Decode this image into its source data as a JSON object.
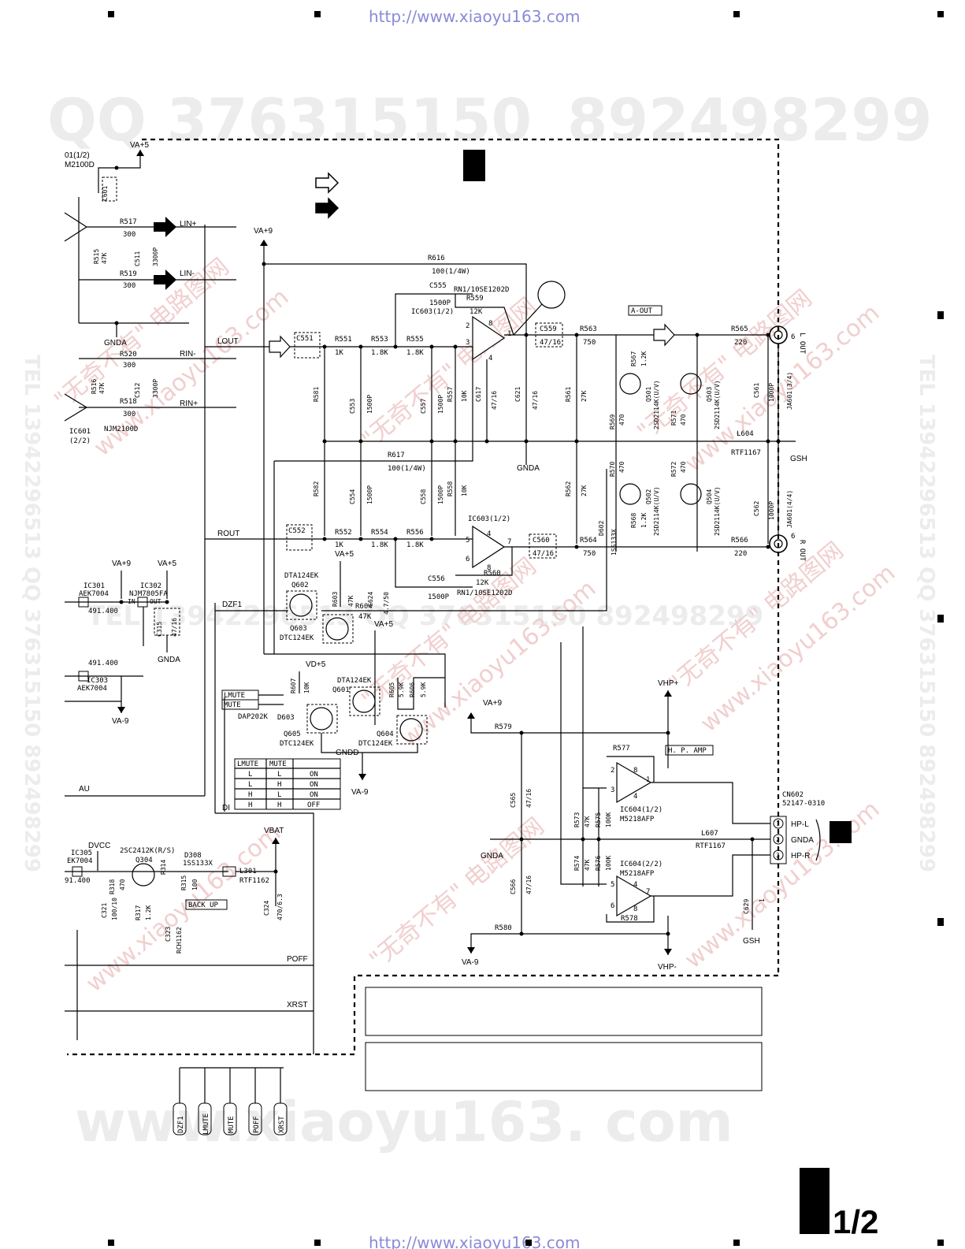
{
  "header": {
    "url_top": "http://www.xiaoyu163.com",
    "url_bottom": "http://www.xiaoyu163.com"
  },
  "watermarks": {
    "qq_line": "QQ 376315150",
    "qq_number2": "892498299",
    "domain_big": "www.xiaoyu163. com",
    "mid_line": "TEL 13942296513  QQ 376315150  892498299",
    "side_left": "TEL 13942296513  QQ 376315150  892498299",
    "side_right": "TEL 13942296513  QQ 376315150  892498299",
    "red_cn": "\"无奇不有\" 电路图网",
    "red_url": "www.xiaoyu163.com"
  },
  "page_marker": "1/2",
  "signals": {
    "lin_plus": "LIN+",
    "lin_minus": "LIN-",
    "rin_minus": "RIN-",
    "rin_plus": "RIN+",
    "lout": "LOUT",
    "rout": "ROUT",
    "a_out": "A-OUT",
    "hp_amp": "H. P.  AMP",
    "dzf1": "DZF1",
    "lmute": "LMUTE",
    "mute": "MUTE",
    "au": "AU",
    "di": "DI",
    "poff": "POFF",
    "xrst": "XRST",
    "back_up": "BACK UP",
    "va9_top": "VA+9",
    "va5_top": "VA+5",
    "va9_left": "VA+9",
    "va5_left": "VA+5",
    "va9_hp": "VA+9",
    "vhp_plus": "VHP+",
    "vhp_minus": "VHP-",
    "va_minus9_hp": "VA-9",
    "va_minus9_left": "VA-9",
    "va_minus9_mute": "VA-9",
    "vd5": "VD+5",
    "va5_mute": "VA+5",
    "va5_mid": "VA+5",
    "vbat": "VBAT",
    "dvcc": "DVCC",
    "gnda_1": "GNDA",
    "gnda_2": "GNDA",
    "gnda_3": "GNDA",
    "gnda_4": "GNDA",
    "gndd": "GNDD",
    "gsh_1": "GSH",
    "gsh_2": "GSH"
  },
  "components": {
    "ic601_a": "01(1/2)",
    "ic601_a2": "M2100D",
    "ic601_b": "IC601",
    "ic601_b2": "(2/2)",
    "njm": "NJM2100D",
    "c601": "C601",
    "r517": "R517",
    "r517v": "300",
    "r515": "R515",
    "r515v": "47K",
    "c511": "C511",
    "c511v": "3300P",
    "r519": "R519",
    "r519v": "300",
    "r520": "R520",
    "r520v": "300",
    "r516": "R516",
    "r516v": "47K",
    "c512": "C512",
    "c512v": "3300P",
    "r518": "R518",
    "r518v": "300",
    "r616": "R616",
    "r616v": "100(1/4W)",
    "c555": "C555",
    "c555v": "1500P",
    "rn1": "RN1/10SE1202D",
    "r559": "R559",
    "r559v": "12K",
    "ic603a": "IC603(1/2)",
    "c559": "C559",
    "c559v": "47/16",
    "r563": "R563",
    "r563v": "750",
    "r565": "R565",
    "r565v": "220",
    "lout_jack": "L OUT",
    "c551": "C551",
    "r551": "R551",
    "r551v": "1K",
    "r553": "R553",
    "r553v": "1.8K",
    "r555": "R555",
    "r555v": "1.8K",
    "r581": "R581",
    "c553": "C553",
    "c553v": "1500P",
    "c557": "C557",
    "c557v": "1500P",
    "r557": "R557",
    "r557v": "10K",
    "c617": "C617",
    "c617v": "47/16",
    "c621": "C621",
    "c621v": "47/16",
    "r561": "R561",
    "r561v": "27K",
    "r567": "R567",
    "r567v": "1.2K",
    "q501": "Q501",
    "q501t": "2SD2114K(U/V)",
    "q503": "Q503",
    "q503t": "2SD2114K(U/V)",
    "c561": "C561",
    "c561v": "1000P",
    "ja601a": "JA601(3/4)",
    "r569": "R569",
    "r569v": "470",
    "r571": "R571",
    "r571v": "470",
    "l604": "L604",
    "l604v": "RTF1167",
    "r617": "R617",
    "r617v": "100(1/4W)",
    "r582": "R582",
    "c554": "C554",
    "c554v": "1500P",
    "c558": "C558",
    "c558v": "1500P",
    "r558": "R558",
    "r558v": "10K",
    "r562": "R562",
    "r562v": "27K",
    "r570": "R570",
    "r570v": "470",
    "r572": "R572",
    "r572v": "470",
    "q502": "Q502",
    "q502t": "2SD2114K(U/V)",
    "q504": "Q504",
    "q504t": "2SD2114K(U/V)",
    "c562": "C562",
    "c562v": "1000P",
    "ja601b": "JA601(4/4)",
    "d602": "D602",
    "d602t": "1SS133X",
    "r568": "R568",
    "r568v": "1.2K",
    "ic603b": "IC603(1/2)",
    "c552": "C552",
    "r552": "R552",
    "r552v": "1K",
    "r554": "R554",
    "r554v": "1.8K",
    "r556": "R556",
    "r556v": "1.8K",
    "c560": "C560",
    "c560v": "47/16",
    "r564": "R564",
    "r564v": "750",
    "r566": "R566",
    "r566v": "220",
    "rout_jack": "R OUT",
    "r560": "R560",
    "r560v": "12K",
    "c556": "C556",
    "c556v": "1500P",
    "rn1b": "RN1/10SE1202D",
    "dta124ek_1": "DTA124EK",
    "q602": "Q602",
    "r603": "R603",
    "r603v": "47K",
    "c624": "C624",
    "c624v": "4.7/50",
    "r604": "R604",
    "r604v": "47K",
    "q603": "Q603",
    "dtc124ek_1": "DTC124EK",
    "ic301": "IC301",
    "aek7004_1": "AEK7004",
    "v491_1": "491.400",
    "ic302": "IC302",
    "m7805": "NJM7805FA",
    "in": "IN",
    "out": "OUT",
    "c315": "C315",
    "c315v": "47/16",
    "v491_2": "491.400",
    "ic303": "IC303",
    "aek7004_2": "AEK7004",
    "r607": "R607",
    "r607v": "10K",
    "dap202k": "DAP202K",
    "d603": "D603",
    "dta124ek_2": "DTA124EK",
    "q601": "Q601",
    "r605": "R605",
    "r605v": "5.9K",
    "r606": "R606",
    "r606v": "5.9K",
    "q605": "Q605",
    "dtc124ek_2": "DTC124EK",
    "q604": "Q604",
    "dtc124ek_3": "DTC124EK",
    "r579": "R579",
    "r577": "R577",
    "c565": "C565",
    "c565v": "47/16",
    "r573": "R573",
    "r573v": "47K",
    "r575": "R575",
    "r575v": "100K",
    "ic604a": "IC604(1/2)",
    "m5218a": "M5218AFP",
    "r574": "R574",
    "r574v": "47K",
    "r576": "R576",
    "r576v": "100K",
    "ic604b": "IC604(2/2)",
    "m5218b": "M5218AFP",
    "c566": "C566",
    "c566v": "47/16",
    "r578": "R578",
    "r580": "R580",
    "l607": "L607",
    "l607v": "RTF1167",
    "cn602": "CN602",
    "cn602p": "52147-0310",
    "hp_l": "HP-L",
    "gnda_cn": "GNDA",
    "hp_r": "HP-R",
    "c629": "C629",
    "c629v": "1",
    "ic305": "IC305",
    "aek7004_3": "EK7004",
    "v491_3": "91.400",
    "q304t": "2SC2412K(R/S)",
    "q304": "Q304",
    "r318": "R318",
    "r318v": "470",
    "r314": "R314",
    "r315": "R315",
    "r315v": "100",
    "d308": "D308",
    "d308t": "1SS133X",
    "l301": "L301",
    "l301v": "RTF1162",
    "c321": "C321",
    "c321v": "100/10",
    "r317": "R317",
    "r317v": "1.2K",
    "c323": "C323",
    "c323v": "RCH1162",
    "c324": "C324",
    "c324v": "470/6.3"
  },
  "truth_table": {
    "headers": [
      "LMUTE",
      "MUTE",
      ""
    ],
    "rows": [
      [
        "L",
        "L",
        "ON"
      ],
      [
        "L",
        "H",
        "ON"
      ],
      [
        "H",
        "L",
        "ON"
      ],
      [
        "H",
        "H",
        "OFF"
      ]
    ]
  },
  "pin_numbers": {
    "p1": "1",
    "p2": "2",
    "p3": "3",
    "p4": "4",
    "p5": "5",
    "p6": "6",
    "p7": "7",
    "p8": "8",
    "jack6a": "6",
    "jack6b": "6",
    "cn1": "1",
    "cn2": "2",
    "cn3": "3"
  },
  "connectors_bottom": [
    "DZF1",
    "LMUTE",
    "MUTE",
    "POFF",
    "XRST"
  ]
}
